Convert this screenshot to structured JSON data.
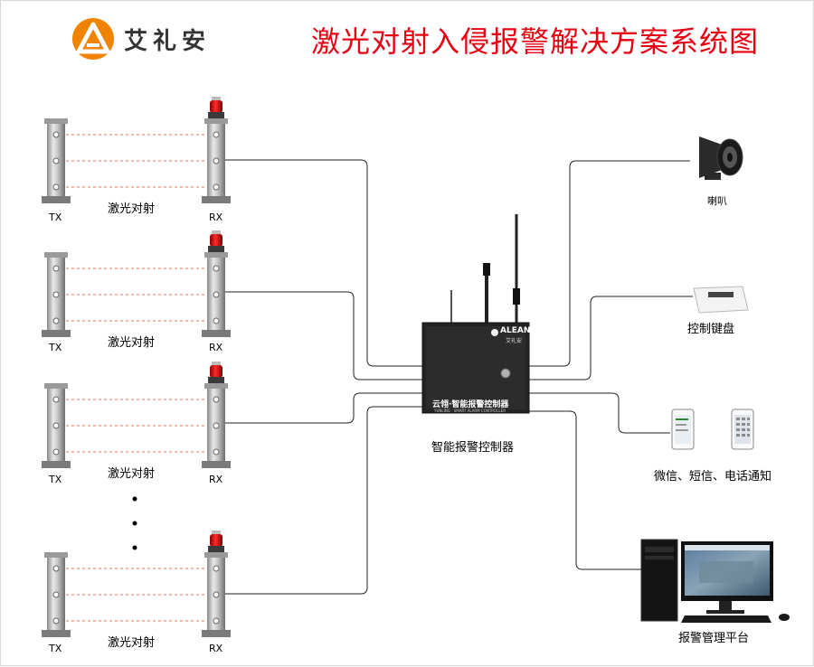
{
  "brand": {
    "name": "艾礼安",
    "color": "#f08300"
  },
  "title": "激光对射入侵报警解决方案系统图",
  "title_color": "#e60012",
  "sensors": [
    {
      "tx": "TX",
      "rx": "RX",
      "label": "激光对射"
    },
    {
      "tx": "TX",
      "rx": "RX",
      "label": "激光对射"
    },
    {
      "tx": "TX",
      "rx": "RX",
      "label": "激光对射"
    },
    {
      "tx": "TX",
      "rx": "RX",
      "label": "激光对射"
    }
  ],
  "controller": {
    "label": "智能报警控制器",
    "brand": "ALEAN",
    "brand_sub": "艾礼安",
    "panel_text": "云翎·智能报警控制器",
    "panel_sub": "YUNLING · SMART ALARM CONTROLLER"
  },
  "outputs": [
    {
      "label": "喇叭",
      "icon": "horn-speaker-icon"
    },
    {
      "label": "控制键盘",
      "icon": "keypad-icon"
    },
    {
      "label": "微信、短信、电话通知",
      "icon": "smartphone-icon"
    },
    {
      "label": "报警管理平台",
      "icon": "computer-icon"
    }
  ],
  "colors": {
    "beam": "#e8735a",
    "wire": "#222222",
    "siren": "#d40000"
  }
}
